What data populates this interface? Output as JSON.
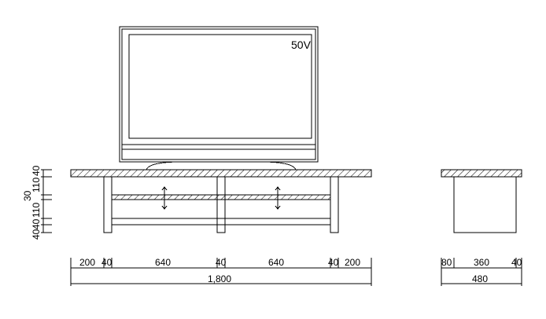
{
  "tv": {
    "size_label": "50V"
  },
  "front_dims": {
    "segments": [
      "200",
      "40",
      "640",
      "40",
      "640",
      "40",
      "200"
    ],
    "total": "1,800"
  },
  "side_dims": {
    "segments": [
      "80",
      "360",
      "40"
    ],
    "total": "480"
  },
  "height_dims": {
    "top": "40",
    "upper": "110",
    "shelf": "30",
    "lower": "110",
    "bottom_a": "40",
    "bottom_b": "40"
  },
  "colors": {
    "line": "#000000",
    "background": "#ffffff"
  }
}
